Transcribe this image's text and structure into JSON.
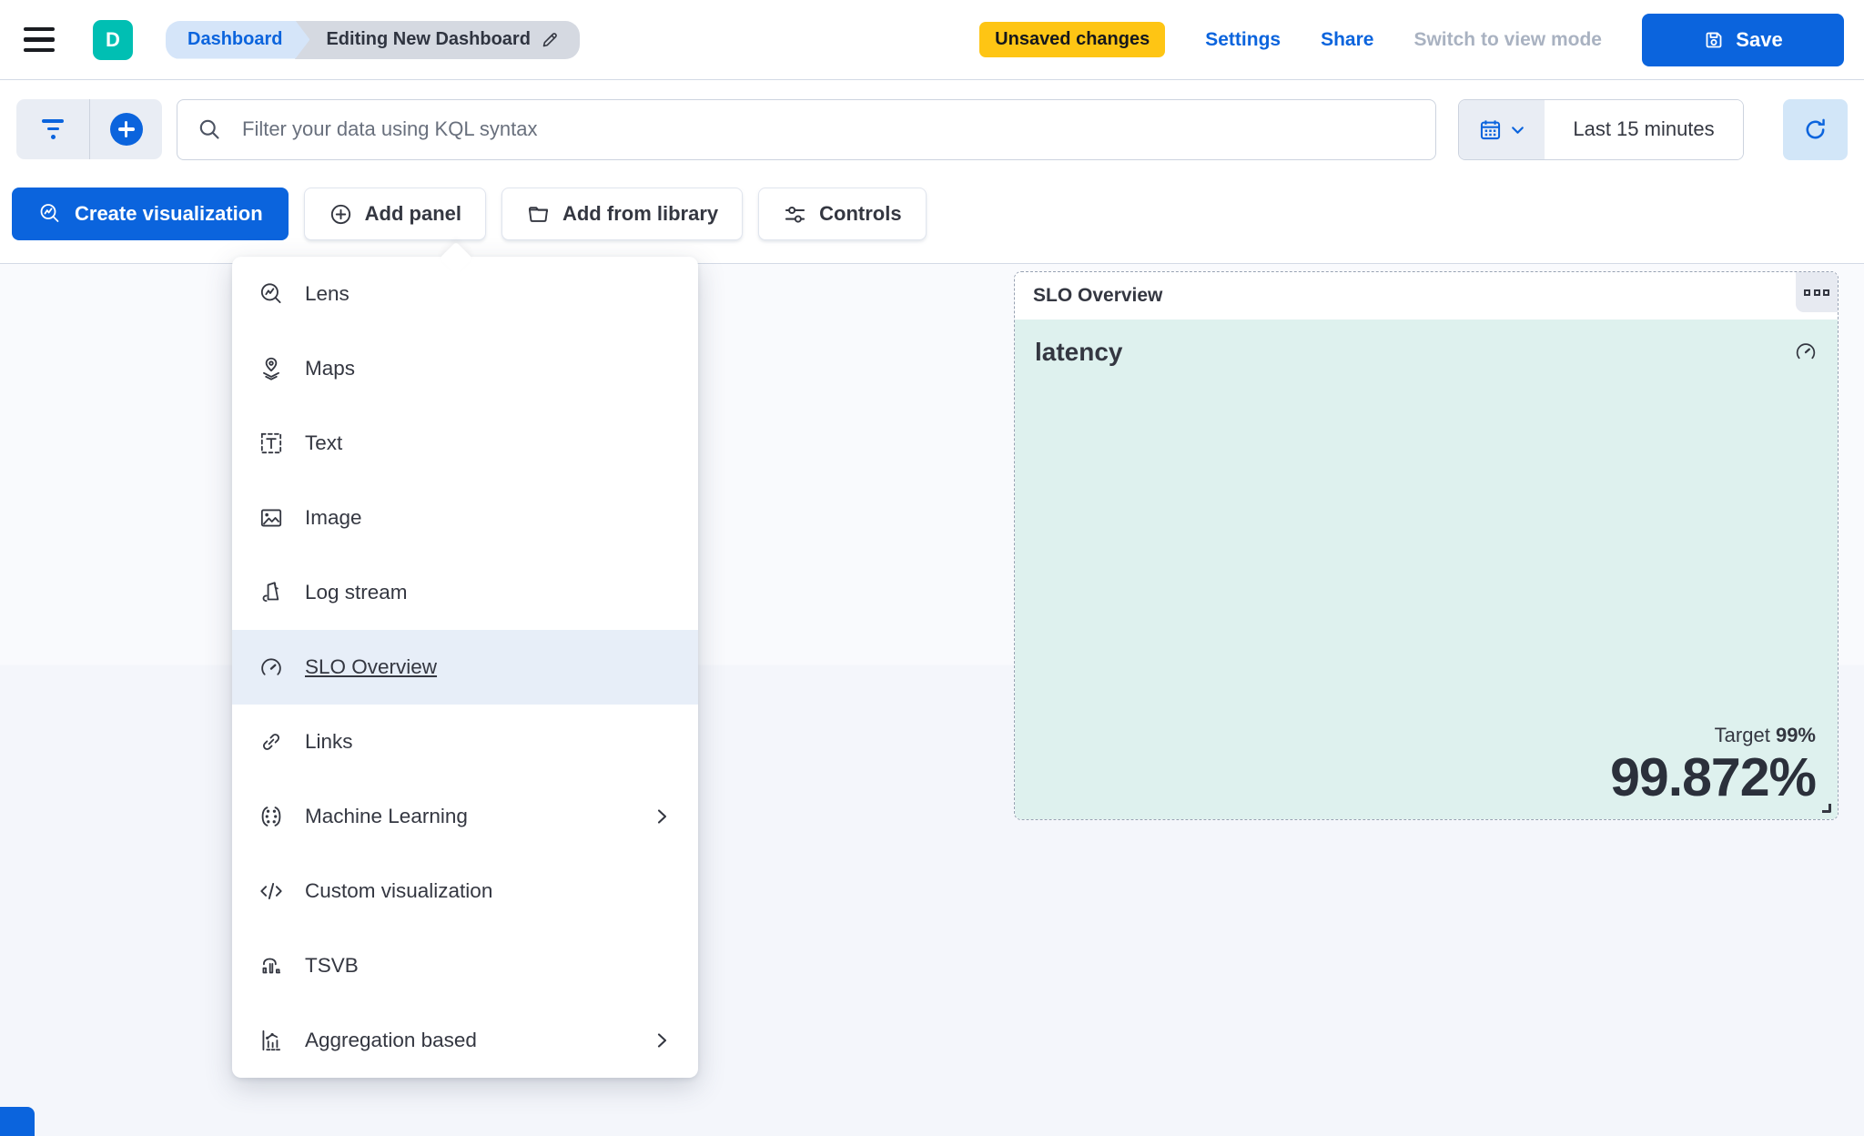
{
  "header": {
    "logo_letter": "D",
    "breadcrumbs": {
      "root": "Dashboard",
      "current": "Editing New Dashboard"
    },
    "unsaved_badge": "Unsaved changes",
    "settings_link": "Settings",
    "share_link": "Share",
    "switch_view_link": "Switch to view mode",
    "save_label": "Save"
  },
  "querybar": {
    "search_placeholder": "Filter your data using KQL syntax",
    "time_range": "Last 15 minutes"
  },
  "toolbar": {
    "create_visualization": "Create visualization",
    "add_panel": "Add panel",
    "add_from_library": "Add from library",
    "controls": "Controls"
  },
  "add_panel_menu": {
    "items": [
      {
        "label": "Lens",
        "icon": "lens-icon",
        "selected": false,
        "has_submenu": false
      },
      {
        "label": "Maps",
        "icon": "maps-icon",
        "selected": false,
        "has_submenu": false
      },
      {
        "label": "Text",
        "icon": "text-icon",
        "selected": false,
        "has_submenu": false
      },
      {
        "label": "Image",
        "icon": "image-icon",
        "selected": false,
        "has_submenu": false
      },
      {
        "label": "Log stream",
        "icon": "log-stream-icon",
        "selected": false,
        "has_submenu": false
      },
      {
        "label": "SLO Overview",
        "icon": "gauge-icon",
        "selected": true,
        "has_submenu": false
      },
      {
        "label": "Links",
        "icon": "link-icon",
        "selected": false,
        "has_submenu": false
      },
      {
        "label": "Machine Learning",
        "icon": "machine-learning-icon",
        "selected": false,
        "has_submenu": true
      },
      {
        "label": "Custom visualization",
        "icon": "code-icon",
        "selected": false,
        "has_submenu": false
      },
      {
        "label": "TSVB",
        "icon": "tsvb-icon",
        "selected": false,
        "has_submenu": false
      },
      {
        "label": "Aggregation based",
        "icon": "aggregation-icon",
        "selected": false,
        "has_submenu": true
      }
    ]
  },
  "slo_panel": {
    "panel_title": "SLO Overview",
    "metric_title": "latency",
    "target_label": "Target",
    "target_value": "99%",
    "sli_value": "99.872%"
  },
  "colors": {
    "primary": "#0b64dd",
    "teal_logo": "#00bfb3",
    "warning_badge": "#fec514",
    "panel_bg": "#def1ee",
    "menu_highlight": "#e7eef8"
  }
}
